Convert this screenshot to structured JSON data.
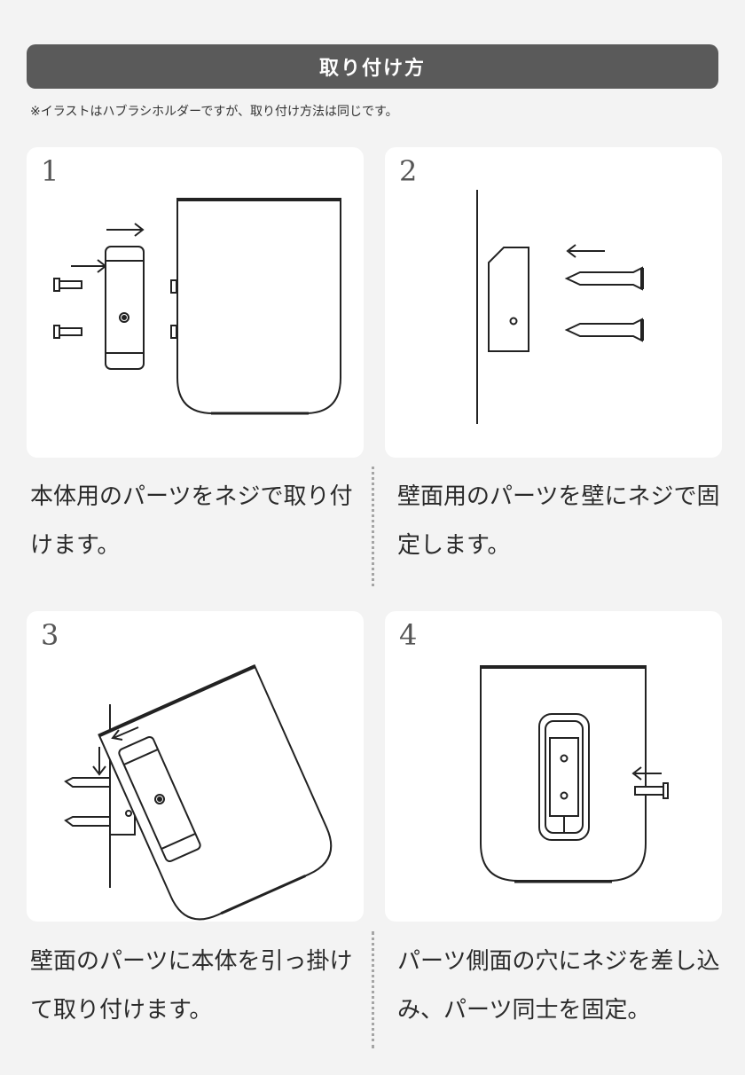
{
  "header": {
    "title": "取り付け方"
  },
  "note": "※イラストはハブラシホルダーですが、取り付け方法は同じです。",
  "steps": [
    {
      "number": "1",
      "description": "本体用のパーツをネジで取り付けます。"
    },
    {
      "number": "2",
      "description": "壁面用のパーツを壁にネジで固定します。"
    },
    {
      "number": "3",
      "description": "壁面のパーツに本体を引っ掛けて取り付けます。"
    },
    {
      "number": "4",
      "description": "パーツ側面の穴にネジを差し込み、パーツ同士を固定。"
    }
  ]
}
